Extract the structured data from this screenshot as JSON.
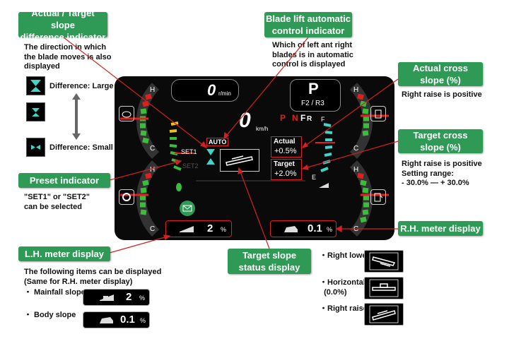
{
  "callouts": {
    "actual_target": {
      "title": "Actual / Target slope\ndifference indicator",
      "note": "The direction in which\nthe blade moves is also\ndisplayed",
      "diff_large": "Difference: Large",
      "diff_small": "Difference: Small"
    },
    "blade_lift": {
      "title": "Blade lift automatic\ncontrol indicator",
      "note": "Which of left ant right\nblades is in automatic\ncontrol is displayed"
    },
    "actual_cross": {
      "title": "Actual cross\nslope (%)",
      "note": "Right raise is positive"
    },
    "target_cross": {
      "title": "Target cross\nslope (%)",
      "note": "Right raise is positive\nSetting range:\n- 30.0% — + 30.0%"
    },
    "preset": {
      "title": "Preset indicator",
      "note": "\"SET1\" or \"SET2\"\ncan be selected"
    },
    "rh_meter": {
      "title": "R.H. meter display"
    },
    "lh_meter": {
      "title": "L.H. meter display",
      "note": "The following items can be displayed\n(Same for R.H. meter display)",
      "item1": "・ Mainfall slope",
      "item2": "・ Body slope",
      "item1_value": "2",
      "item1_unit": "%",
      "item2_value": "0.1",
      "item2_unit": "%"
    },
    "target_status": {
      "title": "Target slope\nstatus display",
      "right_lower": "・Right lower",
      "horizontal": "・Horizontal\n  (0.0%)",
      "right_raise": "・Right raise"
    }
  },
  "dashboard": {
    "rpm_value": "0",
    "rpm_unit": "r/min",
    "speed_value": "0",
    "speed_unit": "km/h",
    "gear": "P",
    "gear_range": "F2 / R3",
    "shift_p": "P",
    "shift_n": "N",
    "shift_f": "F",
    "shift_r": "R",
    "auto_label": "AUTO",
    "set1": "SET1",
    "set2": "SET2",
    "actual_label": "Actual",
    "actual_value": "+0.5%",
    "target_label": "Target",
    "target_value": "+2.0%",
    "lh_value": "2",
    "lh_unit": "%",
    "rh_value": "0.1",
    "rh_unit": "%",
    "gauge_h": "H",
    "gauge_c": "C",
    "gauge_f": "F",
    "gauge_e": "E"
  },
  "colors": {
    "callout_green": "#2e9a55",
    "indicator_cyan": "#3fd6c8",
    "leader_red": "#d42020",
    "gauge_green": "#3dbb3d"
  }
}
